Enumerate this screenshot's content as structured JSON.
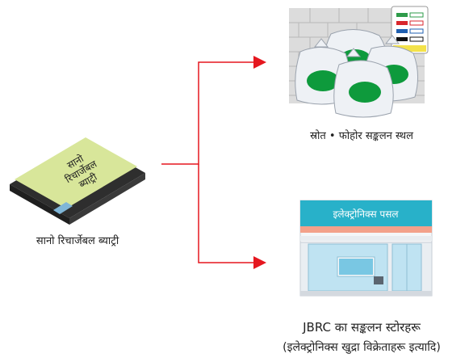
{
  "battery": {
    "label_on_battery": "सानो\nरिचार्जेबल\nब्याट्री",
    "caption": "सानो रिचार्जेबल ब्याट्री"
  },
  "destinations": [
    {
      "caption": "स्रोत •  फोहोर सङ्कलन स्थल",
      "icon": "garbage-bags-icon"
    },
    {
      "caption_line1": "JBRC का सङ्कलन स्टोरहरू",
      "caption_line2": "(इलेक्ट्रोनिक्स खुद्रा विक्रेताहरू इत्यादि)",
      "store_sign": "इलेक्ट्रोनिक्स पसल",
      "icon": "electronics-store-icon"
    }
  ],
  "colors": {
    "arrow": "#e5171f",
    "bag_spot": "#0e9a3c",
    "store_teal": "#28b1c9",
    "battery_face": "#d8e69a"
  }
}
